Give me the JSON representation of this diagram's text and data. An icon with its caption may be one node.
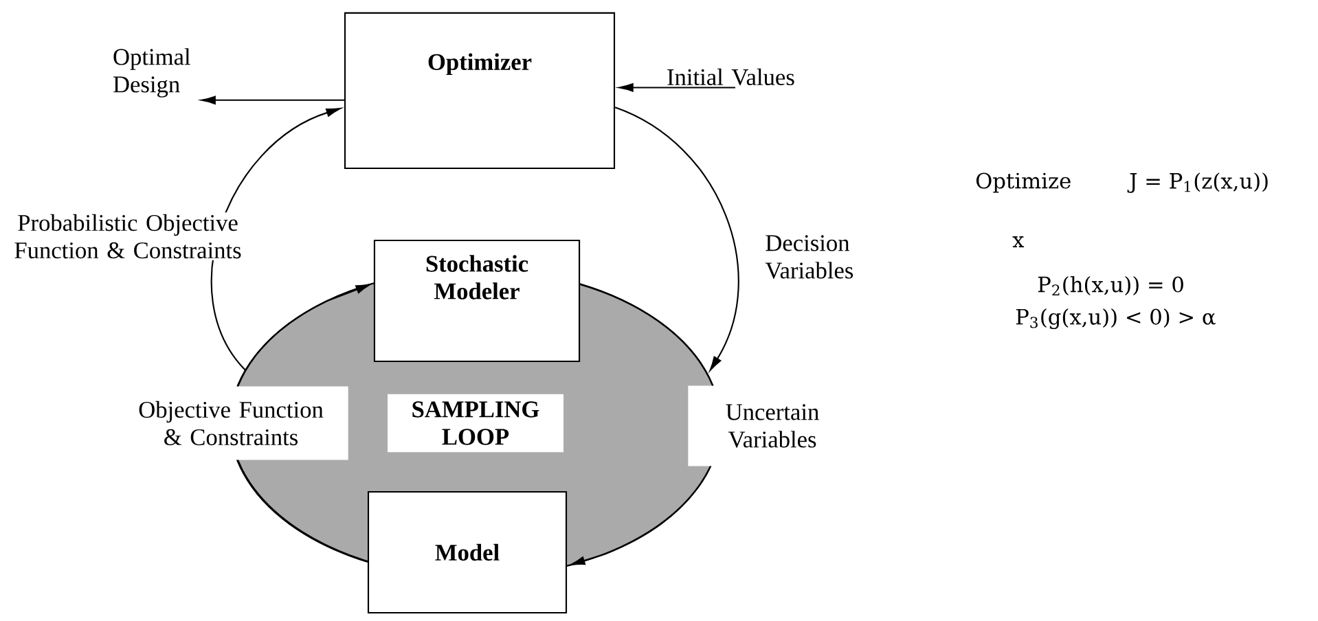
{
  "diagram": {
    "nodes": [
      {
        "text": [
          "Optimizer"
        ]
      },
      {
        "text": [
          "Stochastic Modeler"
        ]
      },
      {
        "text": [
          "SAMPLING LOOP"
        ]
      },
      {
        "text": [
          "Model"
        ]
      },
      {
        "text": [
          "Optimal Design"
        ]
      },
      {
        "text": [
          "Initial Values"
        ]
      }
    ],
    "edges": [
      {
        "from": 0,
        "to": 4,
        "arrow": "to"
      },
      {
        "from": 5,
        "to": 0,
        "arrow": "to"
      },
      {
        "from": 0,
        "to": 2,
        "arrow": "to",
        "label": "Decision Variables"
      },
      {
        "from": 1,
        "to": 3,
        "arrow": "to",
        "label": "Uncertain Variables"
      },
      {
        "from": 3,
        "to": 1,
        "arrow": "to",
        "label": "Objective Function & Constraints"
      },
      {
        "from": 2,
        "to": 0,
        "arrow": "to",
        "label": "Probabilistic Objective Function & Constraints"
      }
    ],
    "labels": [
      "Optimize",
      "J = P$_{1}$(z(x,u))",
      "x",
      "P$_{2}$(h(x,u)) = 0",
      "P$_{3}$(g(x,u)) < 0) > α"
    ]
  }
}
